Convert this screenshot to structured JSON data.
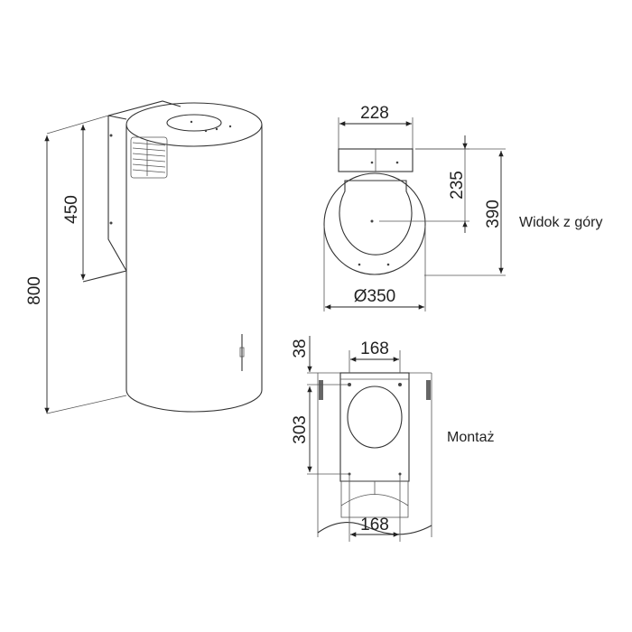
{
  "side_view": {
    "height_total": "800",
    "bracket_height": "450"
  },
  "top_view": {
    "width_bracket": "228",
    "depth_to_center": "235",
    "depth_total": "390",
    "diameter": "Ø350",
    "caption": "Widok z góry"
  },
  "mounting_view": {
    "top_spacing": "168",
    "top_offset": "38",
    "vertical_spacing": "303",
    "bottom_spacing": "168",
    "caption": "Montaż"
  },
  "colors": {
    "line": "#333333",
    "background": "#ffffff"
  }
}
